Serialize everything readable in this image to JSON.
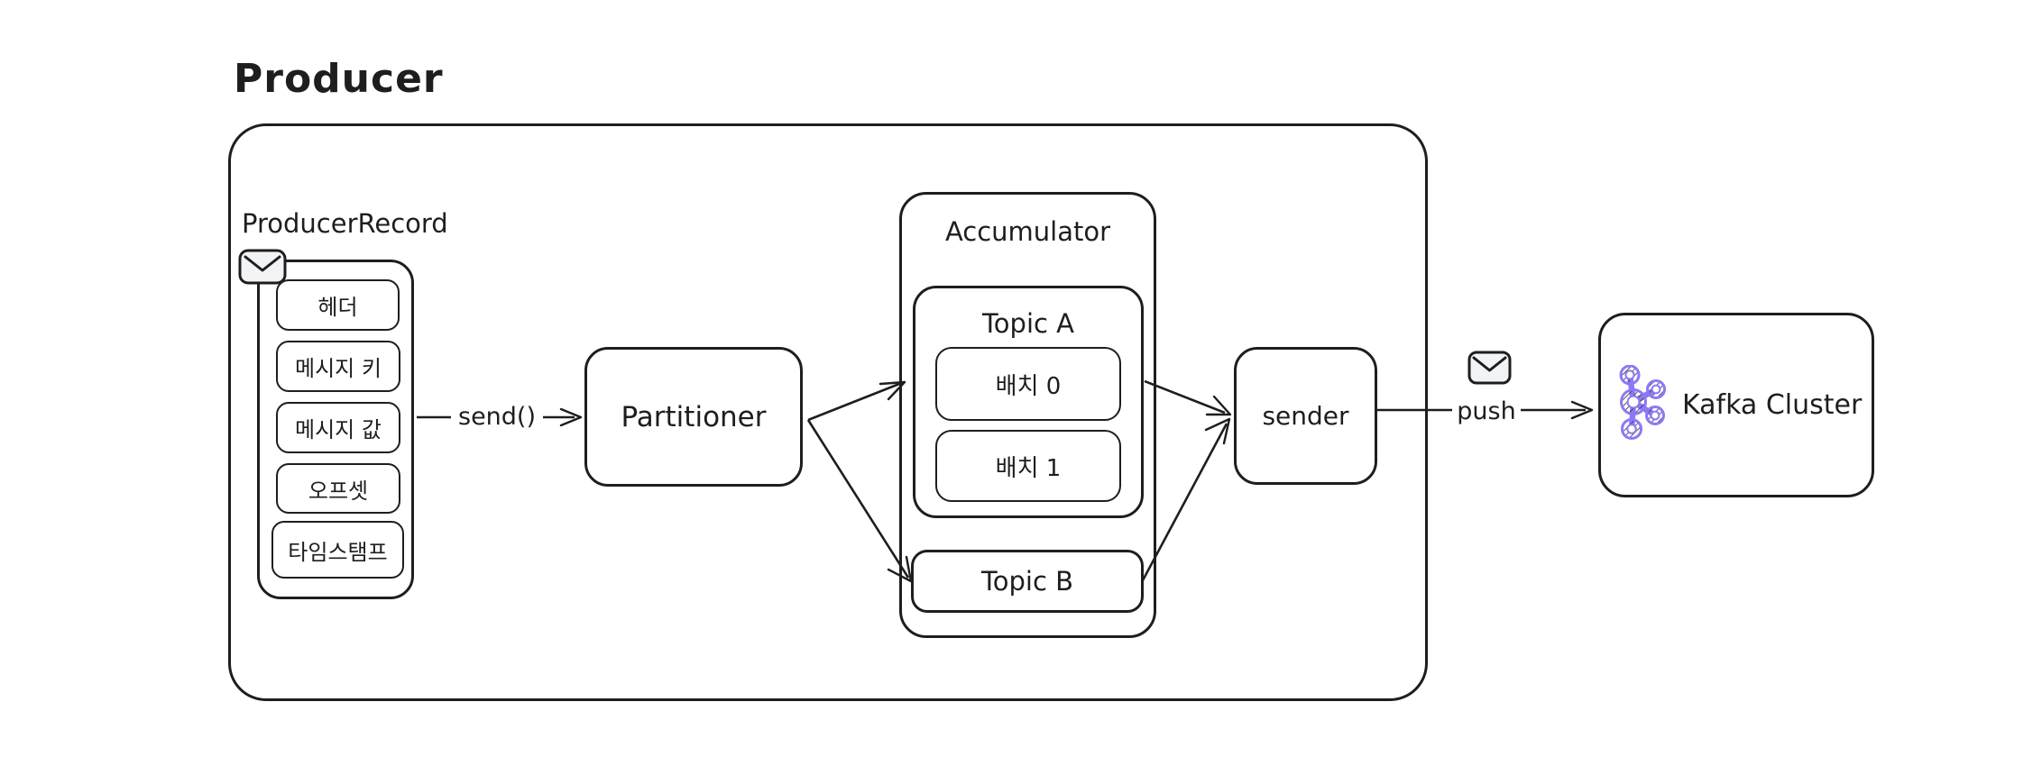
{
  "diagram": {
    "title": "Producer",
    "producer_record": {
      "label": "ProducerRecord",
      "badge_icon": "envelope-icon",
      "fields": [
        "헤더",
        "메시지 키",
        "메시지 값",
        "오프셋",
        "타임스탬프"
      ]
    },
    "partitioner": {
      "label": "Partitioner"
    },
    "accumulator": {
      "label": "Accumulator",
      "topic_a": {
        "label": "Topic A",
        "batches": [
          "배치 0",
          "배치 1"
        ]
      },
      "topic_b": {
        "label": "Topic B"
      }
    },
    "sender": {
      "label": "sender"
    },
    "kafka_cluster": {
      "label": "Kafka Cluster",
      "logo_icon": "kafka-logo-icon"
    },
    "edges": {
      "send": {
        "label": "send()"
      },
      "push": {
        "label": "push",
        "badge_icon": "envelope-icon"
      }
    },
    "colors": {
      "stroke": "#1e1e1e",
      "canvas_bg": "#ffffff",
      "envelope_fill": "#f1f3f5",
      "kafka_logo": "#8b79f5",
      "kafka_hatch": "#3a3a3a"
    }
  }
}
